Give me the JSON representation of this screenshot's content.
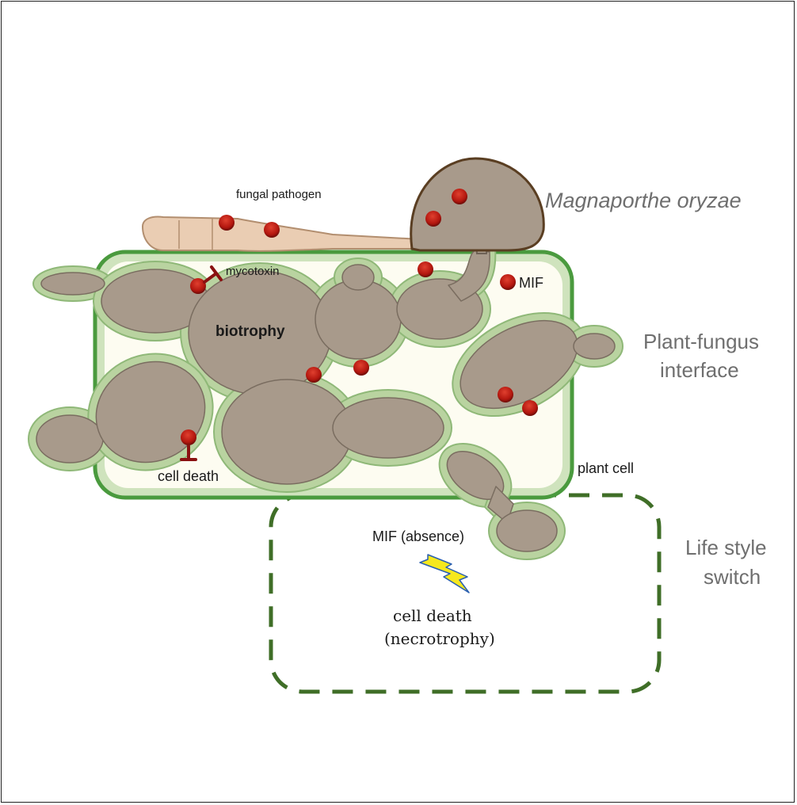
{
  "labels": {
    "fungal_pathogen": "fungal pathogen",
    "magnaporthe": "Magnaporthe oryzae",
    "mycotoxin": "mycotoxin",
    "mif": "MIF",
    "biotrophy": "biotrophy",
    "plant_fungus_line1": "Plant-fungus",
    "plant_fungus_line2": "interface",
    "cell_death": "cell death",
    "plant_cell": "plant cell",
    "mif_absence": "MIF (absence)",
    "life_style_line1": "Life style",
    "life_style_line2": "switch",
    "cell_death_necro_line1": "cell death",
    "cell_death_necro_line2": "(necrotrophy)"
  },
  "colors": {
    "fungus_fill": "#a89a8b",
    "fungus_stroke": "#6e6256",
    "interface_halo": "#b9d3a0",
    "plant_wall": "#4a9a3e",
    "cell_interior": "#fdfcf1",
    "effector_dot": "#b3170f",
    "inhibit_symbol": "#8a1111",
    "dashed_box": "#3f6e27",
    "lightning": "#f6e81e",
    "spore_fill": "#eacdb3",
    "side_text": "#6f6f6f"
  },
  "icons": [
    "lightning-bolt-icon",
    "inhibition-arrow-icon",
    "effector-dot-icon"
  ]
}
